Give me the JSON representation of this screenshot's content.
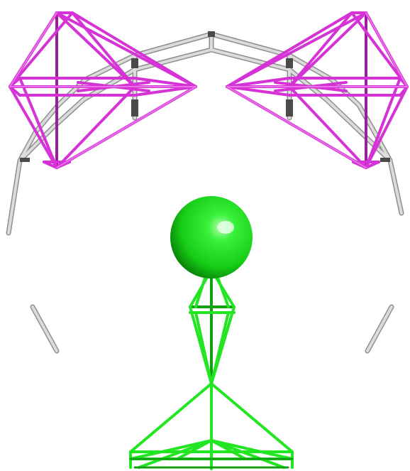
{
  "scene": {
    "background": "#ffffff",
    "colors": {
      "backbone": "#c8c8c8",
      "backbone_dark": "#8a8a8a",
      "cage": "#d633d6",
      "cage_dark": "#9a1f9a",
      "ligand": "#22e622",
      "ligand_dark": "#14a014",
      "atom": "#19d919"
    },
    "objects": [
      {
        "name": "protein-backbone-trace",
        "style": "sticks"
      },
      {
        "name": "left-density-cage",
        "style": "mesh"
      },
      {
        "name": "right-density-cage",
        "style": "mesh"
      },
      {
        "name": "central-metal-ion",
        "style": "sphere"
      },
      {
        "name": "ligand-cage",
        "style": "mesh"
      }
    ]
  }
}
